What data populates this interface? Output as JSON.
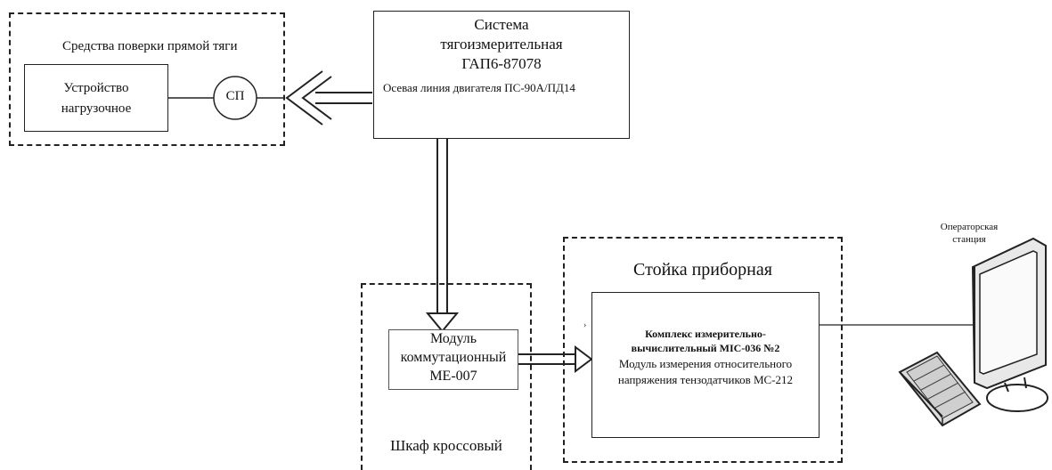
{
  "verification_group": {
    "title": "Средства поверки прямой тяги",
    "loading_device": [
      "Устройство",
      "нагрузочное"
    ],
    "sp_label": "СП"
  },
  "thrust_system": {
    "title": [
      "Система",
      "тягоизмерительная",
      "ГАП6-87078"
    ],
    "axis_line": "Осевая линия двигателя ПС-90А/ПД14"
  },
  "cross_cabinet": {
    "title": "Шкаф кроссовый",
    "module": [
      "Модуль",
      "коммутационный",
      "МЕ-007"
    ]
  },
  "instrument_rack": {
    "title": "Стойка приборная",
    "complex_title": [
      "Комплекс измерительно-",
      "вычислительный МІС-036 №2"
    ],
    "module": [
      "Модуль измерения относительного",
      "напряжения тензодатчиков  МС-212"
    ]
  },
  "operator_station": {
    "label": [
      "Операторская",
      "станция"
    ]
  }
}
